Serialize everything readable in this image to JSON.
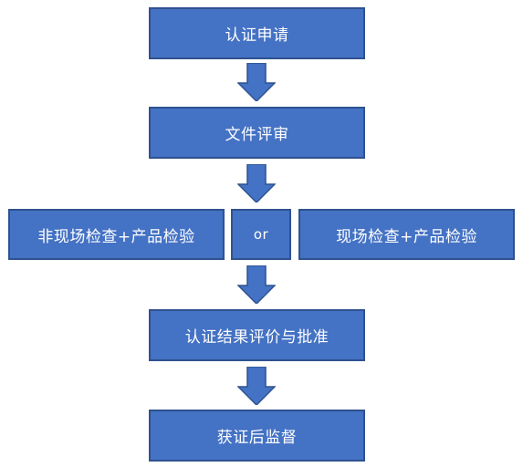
{
  "colors": {
    "box_fill": "#4472c4",
    "box_border": "#2f528f",
    "text": "#ffffff"
  },
  "flowchart": {
    "step1": "认证申请",
    "step2": "文件评审",
    "step3_left": "非现场检查+产品检验",
    "step3_or": "or",
    "step3_right": "现场检查+产品检验",
    "step4": "认证结果评价与批准",
    "step5": "获证后监督"
  }
}
